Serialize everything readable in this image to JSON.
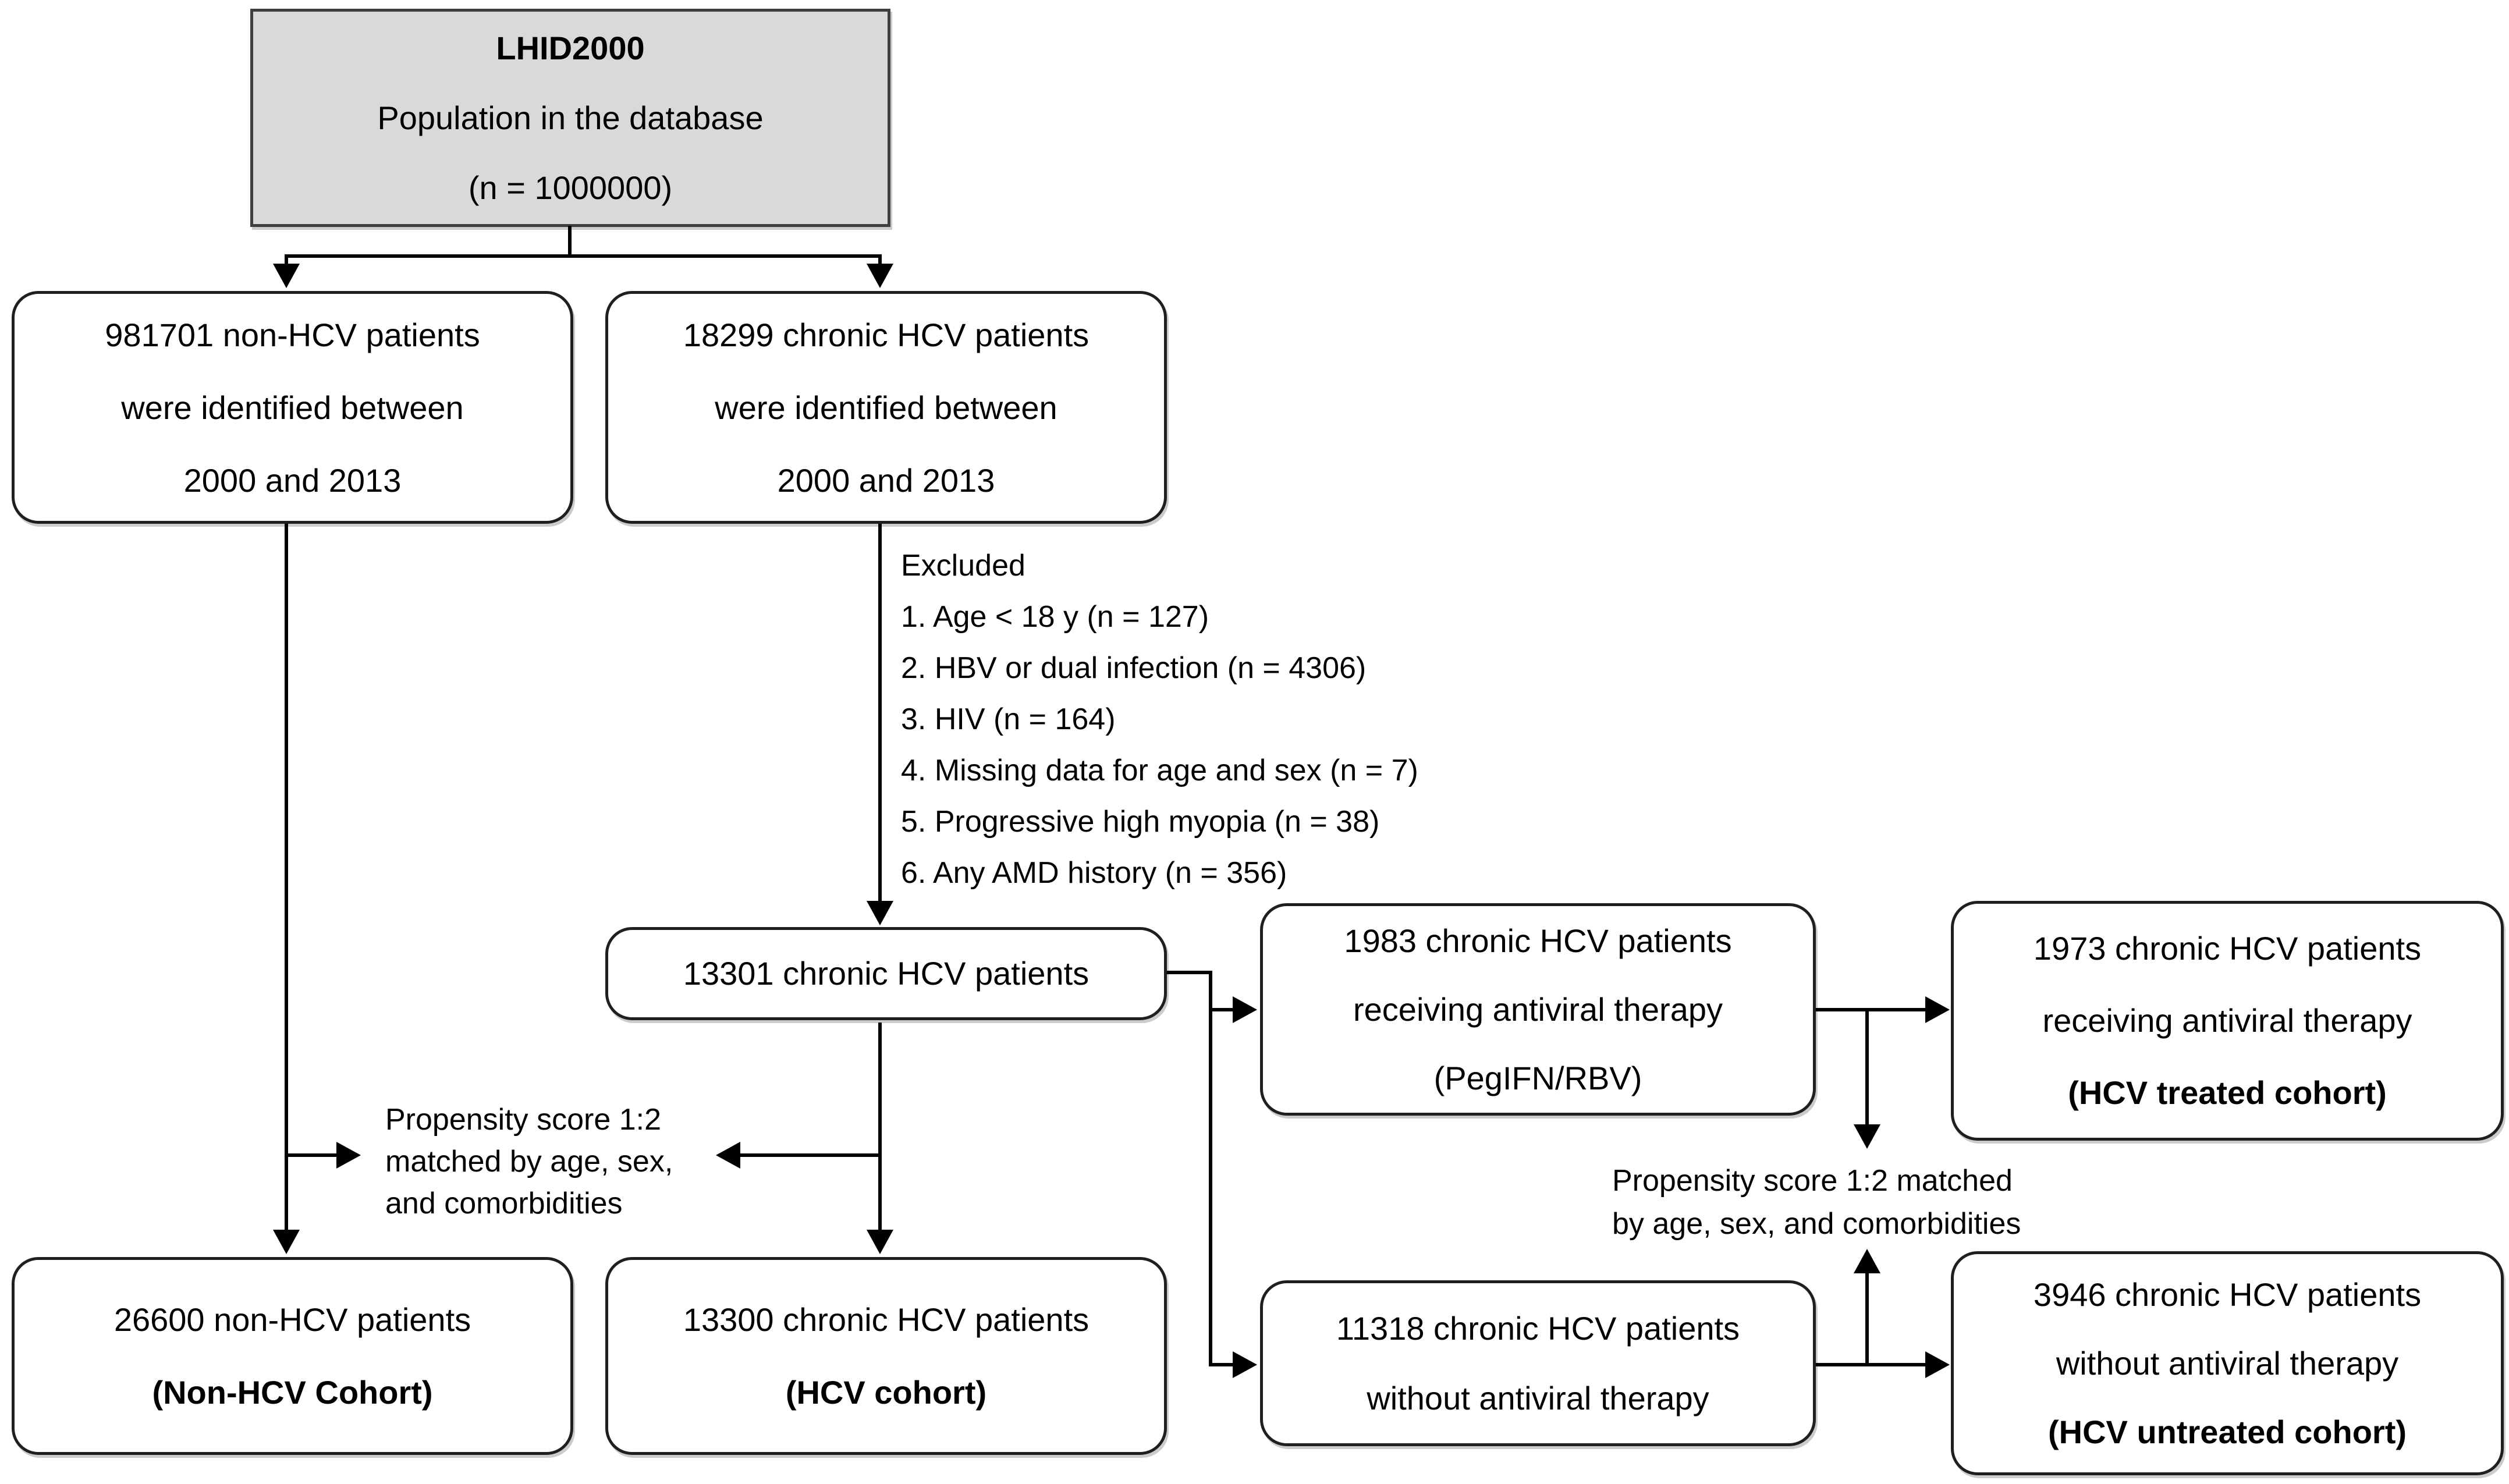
{
  "diagram": {
    "kind": "patient-selection-flowchart",
    "boxes": {
      "lhid2000": {
        "lines": [
          "LHID2000",
          "Population in the database",
          "(n = 1000000)"
        ]
      },
      "non_hcv_identified": {
        "lines": [
          "981701 non-HCV patients",
          "were identified between",
          "2000 and 2013"
        ]
      },
      "hcv_identified": {
        "lines": [
          "18299 chronic HCV patients",
          "were identified between",
          "2000 and 2013"
        ]
      },
      "hcv_after_exclusion": {
        "lines": [
          "13301 chronic HCV patients"
        ]
      },
      "hcv_antiviral": {
        "lines": [
          "1983 chronic HCV patients",
          "receiving antiviral therapy",
          "(PegIFN/RBV)"
        ]
      },
      "hcv_treated_cohort": {
        "lines": [
          "1973 chronic HCV patients",
          "receiving antiviral therapy",
          "(HCV treated cohort)"
        ]
      },
      "non_hcv_cohort": {
        "lines": [
          "26600 non-HCV patients",
          "(Non-HCV Cohort)"
        ]
      },
      "hcv_cohort": {
        "lines": [
          "13300 chronic HCV patients",
          "(HCV cohort)"
        ]
      },
      "hcv_no_antiviral": {
        "lines": [
          "11318 chronic HCV patients",
          "without antiviral therapy"
        ]
      },
      "hcv_untreated_cohort": {
        "lines": [
          "3946 chronic HCV patients",
          "without antiviral therapy",
          "(HCV untreated cohort)"
        ]
      }
    },
    "notes": {
      "excluded": {
        "title": "Excluded",
        "items": [
          "1. Age < 18 y (n = 127)",
          "2. HBV or dual infection (n = 4306)",
          "3. HIV (n = 164)",
          "4. Missing data for age and sex (n = 7)",
          "5. Progressive high myopia (n = 38)",
          "6. Any AMD history (n = 356)"
        ]
      },
      "propensity_left": {
        "lines": [
          "Propensity score 1:2",
          "matched by age, sex,",
          "and comorbidities"
        ]
      },
      "propensity_right": {
        "lines": [
          "Propensity score 1:2 matched",
          "by age, sex, and comorbidities"
        ]
      }
    },
    "colors": {
      "background": "#ffffff",
      "box_fill": "#ffffff",
      "top_box_fill": "#d9d9d9",
      "border": "#1f1f1f",
      "connector": "#000000",
      "text": "#000000"
    }
  }
}
